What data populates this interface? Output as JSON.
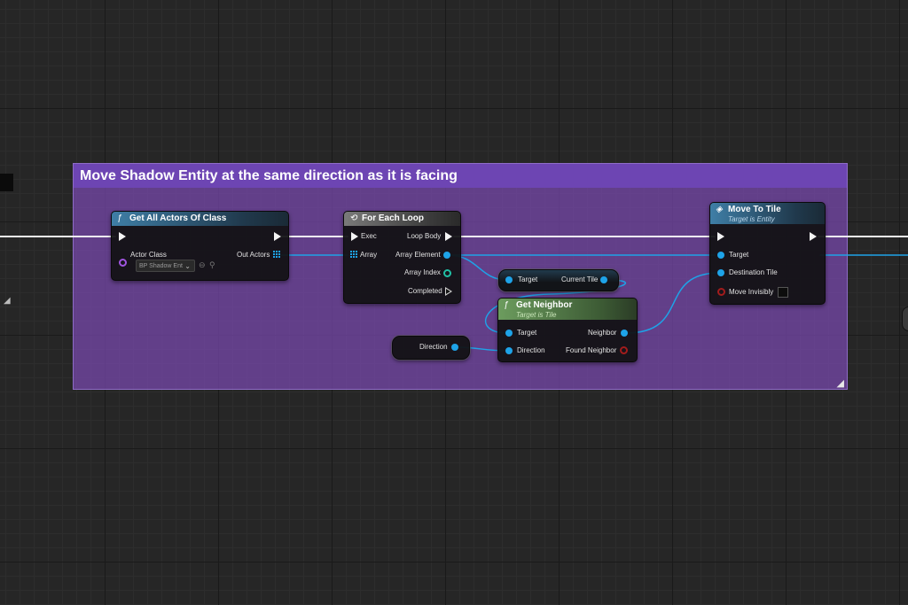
{
  "comment": {
    "title": "Move Shadow Entity at the same direction as it is facing"
  },
  "nodes": {
    "get_all_actors": {
      "title": "Get All Actors Of Class",
      "actor_class_label": "Actor Class",
      "class_value": "BP Shadow Ent",
      "out_actors_label": "Out Actors"
    },
    "for_each": {
      "title": "For Each Loop",
      "exec_label": "Exec",
      "array_label": "Array",
      "loop_body_label": "Loop Body",
      "array_element_label": "Array Element",
      "array_index_label": "Array Index",
      "completed_label": "Completed"
    },
    "current_tile": {
      "target_label": "Target",
      "output_label": "Current Tile"
    },
    "get_neighbor": {
      "title": "Get Neighbor",
      "subtitle": "Target is Tile",
      "target_label": "Target",
      "direction_label": "Direction",
      "neighbor_label": "Neighbor",
      "found_label": "Found Neighbor"
    },
    "direction_var": {
      "label": "Direction"
    },
    "move_to_tile": {
      "title": "Move To Tile",
      "subtitle": "Target is Entity",
      "target_label": "Target",
      "destination_label": "Destination Tile",
      "move_invisibly_label": "Move Invisibly",
      "move_invisibly_checked": false
    }
  },
  "icons": {
    "function": "function-icon",
    "loop": "loop-icon",
    "event": "event-icon"
  },
  "colors": {
    "comment_bg": "#7346a5",
    "comment_header": "#6d45b3",
    "exec_wire": "#f2f2f2",
    "object_wire": "#1ea3e8",
    "int_pin": "#21c0a5",
    "bool_pin": "#a31c1c",
    "class_pin": "#a055e0"
  }
}
